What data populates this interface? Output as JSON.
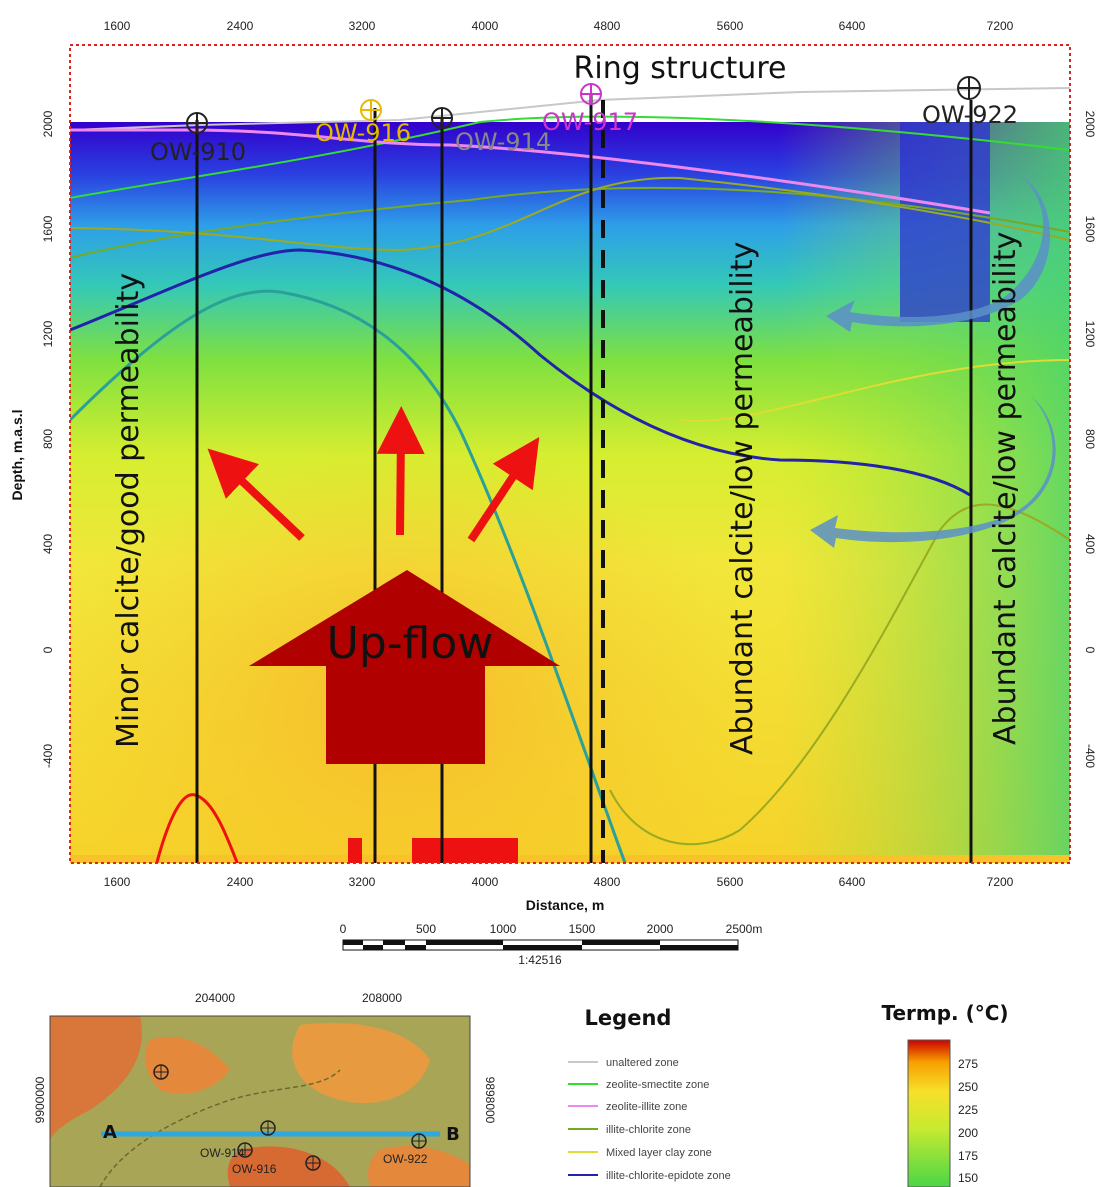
{
  "section": {
    "x_ticks": [
      "1600",
      "2400",
      "3200",
      "4000",
      "4800",
      "5600",
      "6400",
      "7200"
    ],
    "y_ticks": [
      "2000",
      "1600",
      "1200",
      "800",
      "400",
      "0",
      "-400"
    ],
    "y_axis_title": "Depth, m.a.s.l",
    "x_axis_title": "Distance, m",
    "title": "Ring structure",
    "wells": [
      {
        "name": "OW-910",
        "color": "#222222"
      },
      {
        "name": "OW-916",
        "color": "#e6b800"
      },
      {
        "name": "OW-914",
        "color": "#222222"
      },
      {
        "name": "OW-917",
        "color": "#cc33cc"
      },
      {
        "name": "OW-922",
        "color": "#222222"
      }
    ],
    "zones": {
      "left": "Minor calcite/good permeability",
      "middle": "Abundant calcite/low permeability",
      "right": "Abundant calcite/low permeability"
    },
    "upflow_label": "Up-flow"
  },
  "scale_bar": {
    "ticks": [
      "0",
      "500",
      "1000",
      "1500",
      "2000",
      "2500m"
    ],
    "ratio": "1:42516"
  },
  "inset_map": {
    "x_ticks": [
      "204000",
      "208000"
    ],
    "y_tick_left": "9900000",
    "y_tick_right": "9898000",
    "label_a": "A",
    "label_b": "B",
    "wells": [
      "OW-914",
      "OW-916",
      "OW-922"
    ]
  },
  "legend": {
    "title": "Legend",
    "items": [
      {
        "label": "unaltered zone",
        "color": "#c8c8c8"
      },
      {
        "label": "zeolite-smectite zone",
        "color": "#33dd33"
      },
      {
        "label": "zeolite-illite zone",
        "color": "#ee88ee"
      },
      {
        "label": "illite-chlorite zone",
        "color": "#77aa22"
      },
      {
        "label": "Mixed layer clay zone",
        "color": "#dddd33"
      },
      {
        "label": "illite-chlorite-epidote zone",
        "color": "#2222aa"
      }
    ]
  },
  "temperature_scale": {
    "title": "Termp. (°C)",
    "ticks": [
      "275",
      "250",
      "225",
      "200",
      "175",
      "150"
    ]
  }
}
